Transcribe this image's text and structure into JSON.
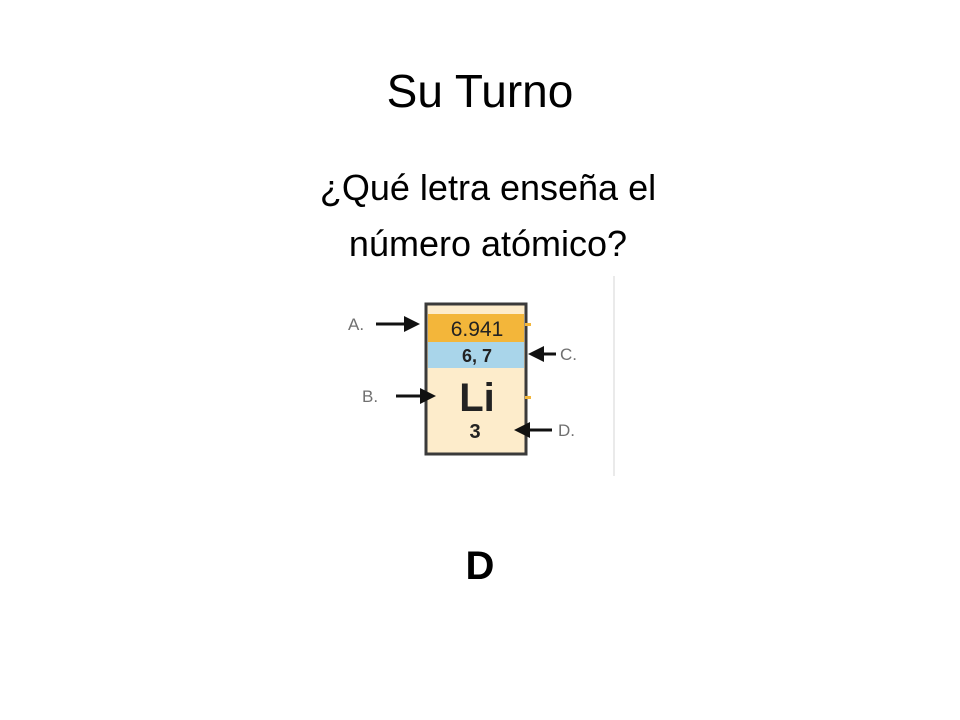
{
  "slide": {
    "title": "Su Turno",
    "question_line1": "¿Qué letra enseña el",
    "question_line2": "número atómico?",
    "answer": "D"
  },
  "element_tile": {
    "atomic_mass": "6.941",
    "oxidation_states": "6, 7",
    "symbol": "Li",
    "atomic_number": "3",
    "label_a": "A.",
    "label_b": "B.",
    "label_c": "C.",
    "label_d": "D.",
    "colors": {
      "mass_band": "#f3b63a",
      "states_band": "#a9d5ea",
      "body": "#fdeccb",
      "border": "#3a3a3a",
      "arrow": "#111111",
      "label": "#707070"
    }
  }
}
